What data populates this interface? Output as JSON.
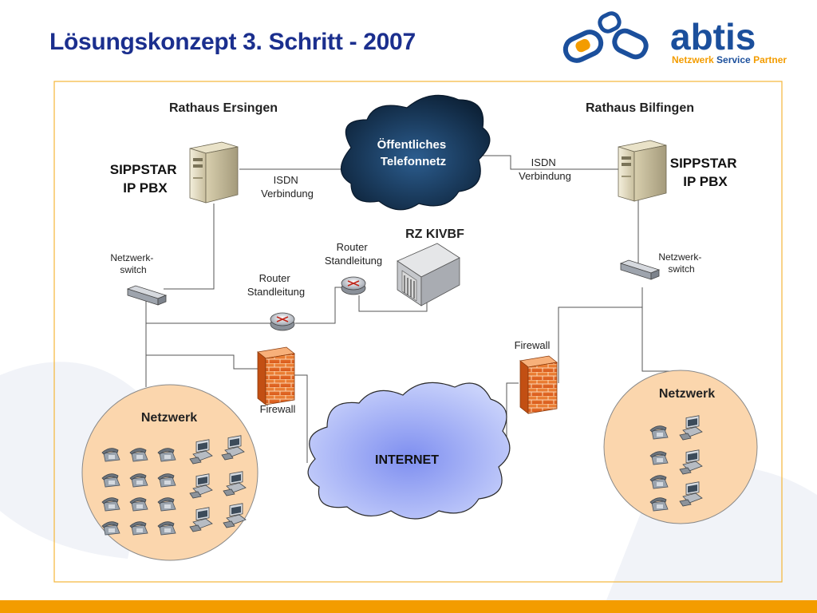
{
  "slide": {
    "title": "Lösungskonzept 3. Schritt - 2007"
  },
  "logo": {
    "brand": "abtis",
    "tagline_part1": "Netzwerk ",
    "tagline_part2": "Service ",
    "tagline_part3": "Partner"
  },
  "colors": {
    "title": "#1b2f8e",
    "frame": "#f5b638",
    "accent_bar": "#f39c00",
    "network_circle": "#fbd6ad",
    "cloud_dark": "#1d3a5e",
    "cloud_light": "#a9b6f2",
    "firewall": "#e8722a",
    "logo_blue": "#1b4f9c",
    "logo_orange": "#f39c00"
  },
  "diagram": {
    "left_site": {
      "title": "Rathaus Ersingen",
      "pbx_line1": "SIPPSTAR",
      "pbx_line2": "IP PBX",
      "isdn_line1": "ISDN",
      "isdn_line2": "Verbindung",
      "switch_line1": "Netzwerk-",
      "switch_line2": "switch",
      "router_line1": "Router",
      "router_line2": "Standleitung",
      "firewall_label": "Firewall",
      "network_label": "Netzwerk"
    },
    "right_site": {
      "title": "Rathaus Bilfingen",
      "pbx_line1": "SIPPSTAR",
      "pbx_line2": "IP PBX",
      "isdn_line1": "ISDN",
      "isdn_line2": "Verbindung",
      "switch_line1": "Netzwerk-",
      "switch_line2": "switch",
      "firewall_label": "Firewall",
      "network_label": "Netzwerk"
    },
    "center": {
      "pstn_line1": "Öffentliches",
      "pstn_line2": "Telefonnetz",
      "datacenter_label": "RZ KIVBF",
      "router_line1": "Router",
      "router_line2": "Standleitung",
      "internet_label": "INTERNET"
    },
    "icons": {
      "server": "server-tower-icon",
      "switch": "network-switch-icon",
      "router": "router-icon",
      "firewall": "firewall-brick-icon",
      "datacenter": "datacenter-building-icon",
      "phone": "desk-phone-icon",
      "computer": "workstation-computer-icon",
      "cloud": "cloud-icon"
    }
  }
}
